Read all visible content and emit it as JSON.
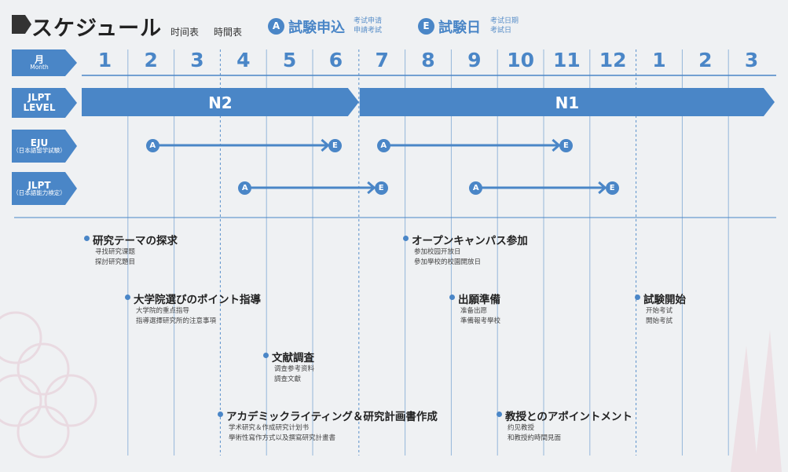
{
  "header": {
    "title": "スケジュール",
    "sub_cn": "时间表",
    "sub_tw": "時間表",
    "legend": [
      {
        "badge": "A",
        "label": "試験申込",
        "small_cn": "考试申请",
        "small_tw": "申請考試"
      },
      {
        "badge": "E",
        "label": "試験日",
        "small_cn": "考试日期",
        "small_tw": "考試日"
      }
    ]
  },
  "rows": {
    "month": {
      "label": "月",
      "sub": "Month"
    },
    "jlpt_level": {
      "line1": "JLPT",
      "line2": "LEVEL"
    },
    "eju": {
      "label": "EJU",
      "sub": "（日本語留学試験）"
    },
    "jlpt": {
      "label": "JLPT",
      "sub": "（日本語能力検定）"
    }
  },
  "months": [
    "1",
    "2",
    "3",
    "4",
    "5",
    "6",
    "7",
    "8",
    "9",
    "10",
    "11",
    "12",
    "1",
    "2",
    "3"
  ],
  "levels": [
    {
      "label": "N2",
      "start_month_index": 0,
      "end_month_index": 6
    },
    {
      "label": "N1",
      "start_month_index": 6,
      "end_month_index": 15
    }
  ],
  "exams": {
    "eju": [
      {
        "apply_label": "A",
        "exam_label": "E",
        "apply_month_index": 1.5,
        "exam_month_index": 5.5
      },
      {
        "apply_label": "A",
        "exam_label": "E",
        "apply_month_index": 6.5,
        "exam_month_index": 10.5
      }
    ],
    "jlpt": [
      {
        "apply_label": "A",
        "exam_label": "E",
        "apply_month_index": 3.5,
        "exam_month_index": 6.5
      },
      {
        "apply_label": "A",
        "exam_label": "E",
        "apply_month_index": 8.5,
        "exam_month_index": 11.5
      }
    ]
  },
  "tasks": [
    {
      "title": "研究テーマの探求",
      "sub_cn": "寻找研究课题",
      "sub_tw": "探討研究題目"
    },
    {
      "title": "大学院選びのポイント指導",
      "sub_cn": "大学院的重点指导",
      "sub_tw": "指導選擇研究所的注意事項"
    },
    {
      "title": "文献調査",
      "sub_cn": "调查参考资料",
      "sub_tw": "調查文獻"
    },
    {
      "title": "アカデミックライティング＆研究計画書作成",
      "sub_cn": "学术研究＆作成研究计划书",
      "sub_tw": "學術性寫作方式以及撰寫研究計畫書"
    },
    {
      "title": "オープンキャンパス参加",
      "sub_cn": "参加校园开放日",
      "sub_tw": "參加學校的校園開放日"
    },
    {
      "title": "出願準備",
      "sub_cn": "准备出愿",
      "sub_tw": "準備報考學校"
    },
    {
      "title": "試験開始",
      "sub_cn": "开始考试",
      "sub_tw": "開始考試"
    },
    {
      "title": "教授とのアポイントメント",
      "sub_cn": "约见教授",
      "sub_tw": "和教授約時間見面"
    }
  ],
  "colors": {
    "accent": "#4a86c7",
    "dark_label": "#333333",
    "background": "#eff1f3"
  }
}
